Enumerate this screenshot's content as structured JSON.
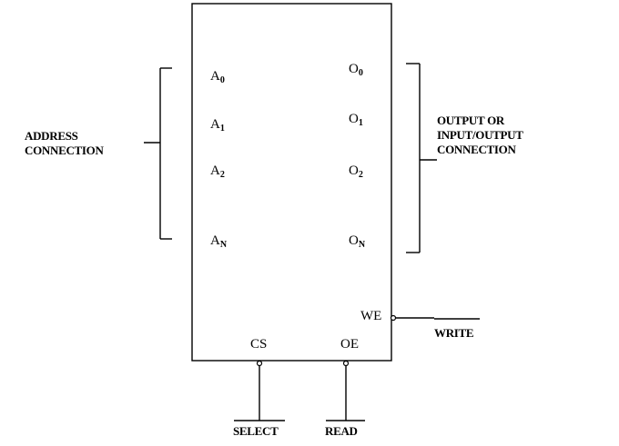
{
  "address_pins": [
    {
      "base": "A",
      "sub": "0"
    },
    {
      "base": "A",
      "sub": "1"
    },
    {
      "base": "A",
      "sub": "2"
    },
    {
      "base": "A",
      "sub": "N"
    }
  ],
  "output_pins": [
    {
      "base": "O",
      "sub": "0"
    },
    {
      "base": "O",
      "sub": "1"
    },
    {
      "base": "O",
      "sub": "2"
    },
    {
      "base": "O",
      "sub": "N"
    }
  ],
  "address_label": [
    "ADDRESS",
    "CONNECTION"
  ],
  "output_label": [
    "OUTPUT OR",
    "INPUT/OUTPUT",
    "CONNECTION"
  ],
  "control_pins": {
    "we": "WE",
    "cs": "CS",
    "oe": "OE"
  },
  "control_signals": {
    "write": "WRITE",
    "select": "SELECT",
    "read": "READ"
  }
}
